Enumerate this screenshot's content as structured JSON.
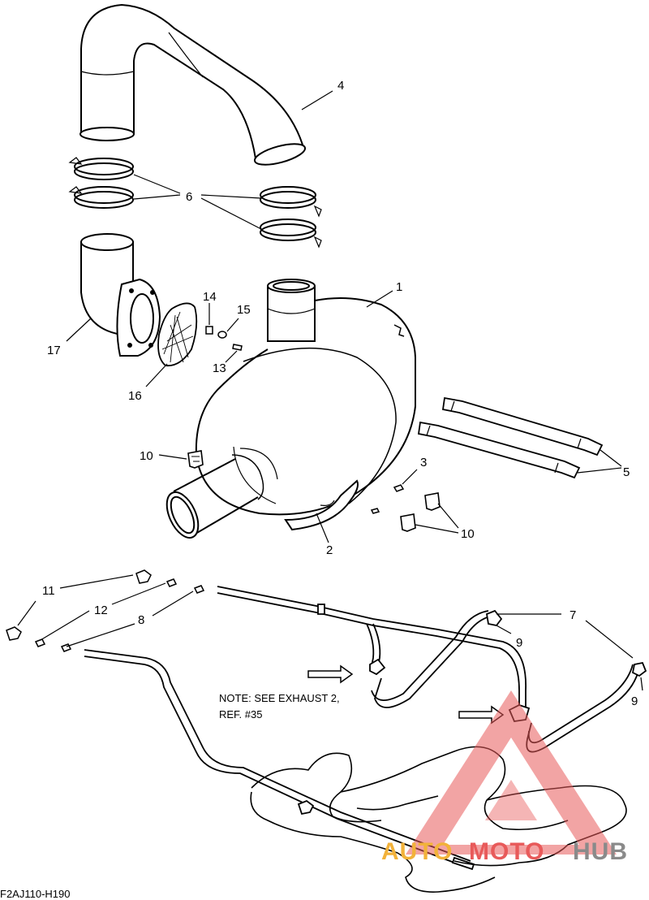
{
  "callouts": {
    "c1": "1",
    "c2": "2",
    "c3": "3",
    "c4": "4",
    "c5": "5",
    "c6": "6",
    "c7": "7",
    "c8": "8",
    "c9a": "9",
    "c9b": "9",
    "c10a": "10",
    "c10b": "10",
    "c11": "11",
    "c12": "12",
    "c13": "13",
    "c14": "14",
    "c15": "15",
    "c16": "16",
    "c17": "17"
  },
  "note": {
    "line1": "NOTE: SEE EXHAUST 2,",
    "line2": "REF. #35"
  },
  "diagram_code": "F2AJ110-H190",
  "watermark": {
    "part1": "AUTO",
    "part2": "MOTO",
    "part3": "HUB",
    "colors": {
      "auto": "#f2b23a",
      "moto": "#e85a5a",
      "hub": "#8a8a8a",
      "triangle": "#e85a5a"
    }
  }
}
